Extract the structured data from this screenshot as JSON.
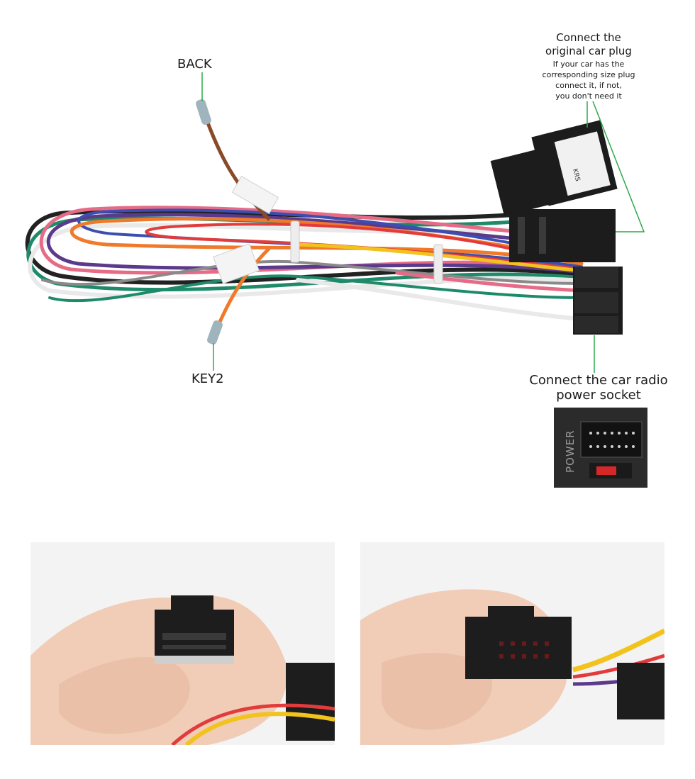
{
  "labels": {
    "back": "BACK",
    "key2": "KEY2",
    "original_title_line1": "Connect the",
    "original_title_line2": "original car plug",
    "original_note_line1": "If your car has the",
    "original_note_line2": "corresponding size plug",
    "original_note_line3": "connect it, if not,",
    "original_note_line4": "you don't need it",
    "radio_line1": "Connect the car radio",
    "radio_line2": "power socket"
  },
  "connector_tags": {
    "krs": "KRS",
    "socket_power": "POWER"
  },
  "colors": {
    "leader": "#2ea84a",
    "connector": "#1c1c1c",
    "wire_red": "#e23b3b",
    "wire_yellow": "#f2c21d",
    "wire_green": "#1f8a6a",
    "wire_orange": "#f07a2b",
    "wire_purple": "#5b3a8c",
    "wire_pink": "#e56b86",
    "wire_white": "#e9e9e9",
    "wire_black": "#222222",
    "wire_blue": "#3c4fb0",
    "wire_brown": "#8a4a2a",
    "fuse_red": "#d62828"
  }
}
